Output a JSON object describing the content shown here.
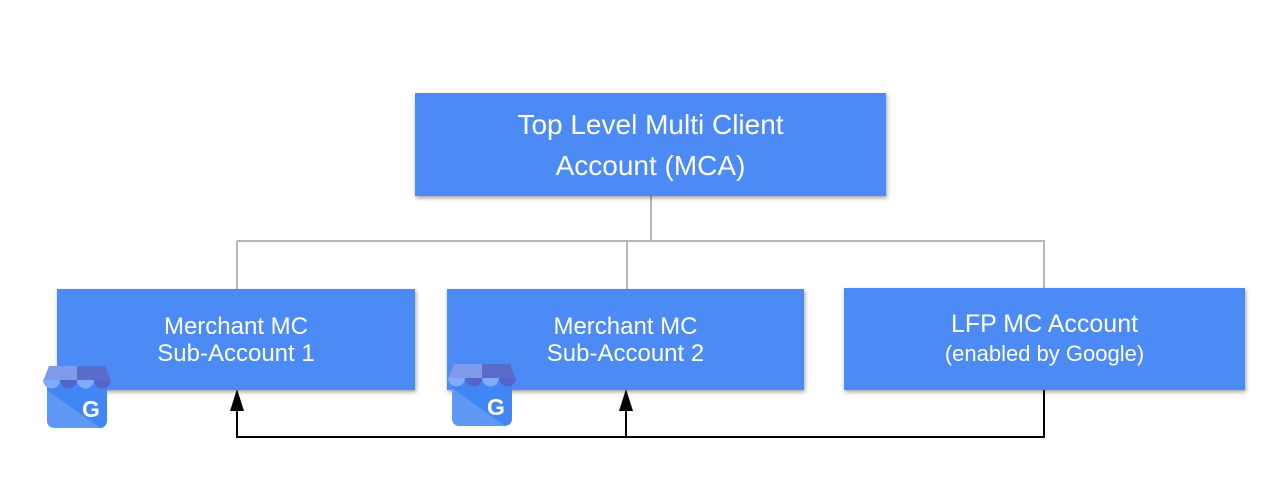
{
  "diagram": {
    "root": {
      "lines": [
        "Top Level Multi Client",
        "Account (MCA)"
      ]
    },
    "children": [
      {
        "id": "merchant-sub-account-1",
        "lines": [
          "Merchant MC",
          "Sub-Account 1"
        ],
        "icon": "google-business-profile-icon"
      },
      {
        "id": "merchant-sub-account-2",
        "lines": [
          "Merchant MC",
          "Sub-Account 2"
        ],
        "icon": "google-business-profile-icon"
      },
      {
        "id": "lfp-mc-account",
        "lines": [
          "LFP MC Account",
          "(enabled by Google)"
        ],
        "icon": null
      }
    ],
    "connectors": {
      "tree_style": "right-angle elbow lines from root to all three children",
      "flow_style": "black right-angle line from bottom of LFP MC Account with arrows pointing up into Merchant MC Sub-Account 1 and Sub-Account 2"
    },
    "icons": [
      {
        "name": "google-business-profile-icon",
        "letter": "G"
      }
    ]
  },
  "colors": {
    "node_fill": "#4C8BF5",
    "node_text": "#FFFFFF",
    "tree_connector": "#B7B7B7",
    "flow_arrow": "#000000",
    "icon_body": "#4285F4",
    "icon_scallop_light": "#7FACF6",
    "icon_scallop_dark": "#5365C9",
    "icon_band_left": "#7E9AE8",
    "icon_band_right": "#5A6CC9",
    "icon_letter": "#FFFFFF"
  }
}
